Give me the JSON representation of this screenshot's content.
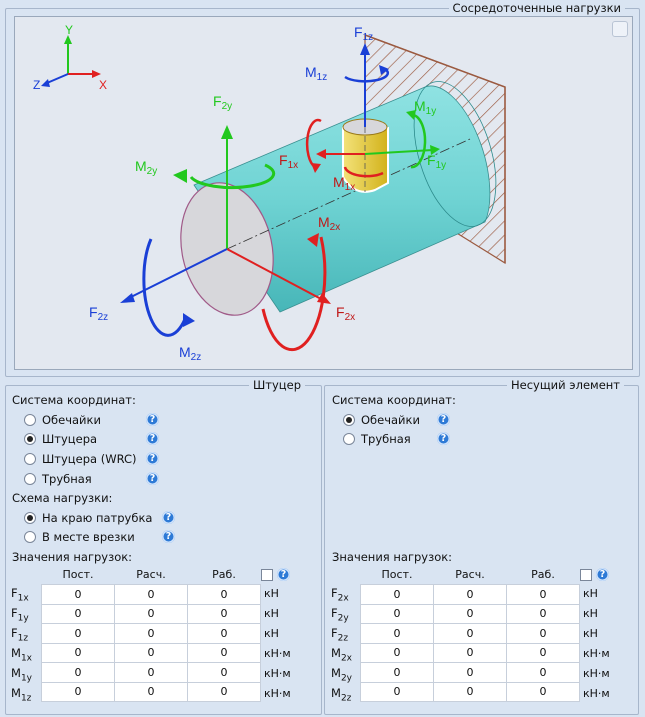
{
  "loads_panel": {
    "title": "Сосредоточенные нагрузки",
    "diagram": {
      "axes": {
        "x": "X",
        "y": "Y",
        "z": "Z"
      },
      "labels": {
        "f1z": [
          "F",
          "1z"
        ],
        "m1z": [
          "M",
          "1z"
        ],
        "m1y": [
          "M",
          "1y"
        ],
        "f1y": [
          "F",
          "1y"
        ],
        "f1x": [
          "F",
          "1x"
        ],
        "m1x": [
          "M",
          "1x"
        ],
        "f2y": [
          "F",
          "2y"
        ],
        "m2y": [
          "M",
          "2y"
        ],
        "m2x": [
          "M",
          "2x"
        ],
        "f2z": [
          "F",
          "2z"
        ],
        "f2x": [
          "F",
          "2x"
        ],
        "m2z": [
          "M",
          "2z"
        ]
      }
    }
  },
  "nozzle": {
    "title": "Штуцер",
    "coord_label": "Система координат:",
    "coord_options": [
      {
        "label": "Обечайки",
        "selected": false
      },
      {
        "label": "Штуцера",
        "selected": true
      },
      {
        "label": "Штуцера (WRC)",
        "selected": false
      },
      {
        "label": "Трубная",
        "selected": false
      }
    ],
    "scheme_label": "Схема нагрузки:",
    "scheme_options": [
      {
        "label": "На краю патрубка",
        "selected": true
      },
      {
        "label": "В месте врезки",
        "selected": false
      }
    ],
    "values_label": "Значения нагрузок:",
    "columns": [
      "Пост.",
      "Расч.",
      "Раб."
    ],
    "rows": [
      {
        "sym": "F",
        "sub": "1x",
        "values": [
          "0",
          "0",
          "0"
        ],
        "unit": "кН"
      },
      {
        "sym": "F",
        "sub": "1y",
        "values": [
          "0",
          "0",
          "0"
        ],
        "unit": "кН"
      },
      {
        "sym": "F",
        "sub": "1z",
        "values": [
          "0",
          "0",
          "0"
        ],
        "unit": "кН"
      },
      {
        "sym": "M",
        "sub": "1x",
        "values": [
          "0",
          "0",
          "0"
        ],
        "unit": "кН·м"
      },
      {
        "sym": "M",
        "sub": "1y",
        "values": [
          "0",
          "0",
          "0"
        ],
        "unit": "кН·м"
      },
      {
        "sym": "M",
        "sub": "1z",
        "values": [
          "0",
          "0",
          "0"
        ],
        "unit": "кН·м"
      }
    ]
  },
  "carrier": {
    "title": "Несущий элемент",
    "coord_label": "Система координат:",
    "coord_options": [
      {
        "label": "Обечайки",
        "selected": true
      },
      {
        "label": "Трубная",
        "selected": false
      }
    ],
    "values_label": "Значения нагрузок:",
    "columns": [
      "Пост.",
      "Расч.",
      "Раб."
    ],
    "rows": [
      {
        "sym": "F",
        "sub": "2x",
        "values": [
          "0",
          "0",
          "0"
        ],
        "unit": "кН"
      },
      {
        "sym": "F",
        "sub": "2y",
        "values": [
          "0",
          "0",
          "0"
        ],
        "unit": "кН"
      },
      {
        "sym": "F",
        "sub": "2z",
        "values": [
          "0",
          "0",
          "0"
        ],
        "unit": "кН"
      },
      {
        "sym": "M",
        "sub": "2x",
        "values": [
          "0",
          "0",
          "0"
        ],
        "unit": "кН·м"
      },
      {
        "sym": "M",
        "sub": "2y",
        "values": [
          "0",
          "0",
          "0"
        ],
        "unit": "кН·м"
      },
      {
        "sym": "M",
        "sub": "2z",
        "values": [
          "0",
          "0",
          "0"
        ],
        "unit": "кН·м"
      }
    ]
  },
  "help_icon": "?",
  "colors": {
    "red": "#e02020",
    "green": "#22c81e",
    "blue": "#1a3fd6",
    "cylinder": "#6fd3d3",
    "hatch": "#9b5a40",
    "accent": "#2e7ad6"
  }
}
